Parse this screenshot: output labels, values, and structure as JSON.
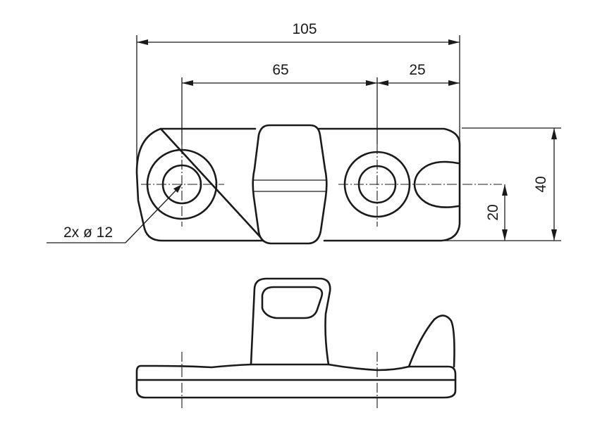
{
  "dimensions": {
    "overall_length": "105",
    "hole_spacing": "65",
    "hole_to_edge": "25",
    "overall_height": "40",
    "center_height": "20",
    "hole_callout": "2x ø 12"
  }
}
